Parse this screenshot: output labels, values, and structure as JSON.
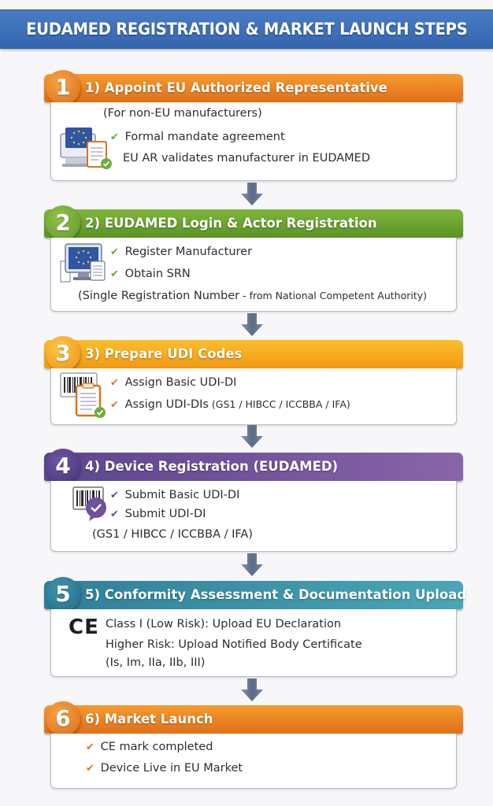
{
  "title": "EUDAMED REGISTRATION & MARKET LAUNCH STEPS",
  "colors": {
    "title_bar": "#3a6db7",
    "step1": "#e8801f",
    "step2": "#6ea631",
    "step3": "#f5aa1e",
    "step4": "#6f509c",
    "step5": "#3a92a8",
    "step6": "#e8801f",
    "arrow": "#6b7a93"
  },
  "steps": [
    {
      "number": "1",
      "label": "1) Appoint EU Authorized Representative",
      "icon": "computer-eu-flag-document-check-icon",
      "lines": [
        {
          "text": "(For non-EU manufacturers)"
        },
        {
          "check": "✔",
          "text": "Formal mandate agreement"
        },
        {
          "text": "EU AR validates manufacturer in EUDAMED"
        }
      ]
    },
    {
      "number": "2",
      "label": "2) EUDAMED Login & Actor Registration",
      "icon": "computer-eu-flag-document-icon",
      "lines": [
        {
          "check": "✔",
          "text": "Register Manufacturer"
        },
        {
          "check": "✔",
          "text": "Obtain SRN"
        },
        {
          "text": "(Single Registration Number",
          "small": " - from National Competent Authority)"
        }
      ]
    },
    {
      "number": "3",
      "label": "3) Prepare UDI Codes",
      "icon": "barcode-clipboard-check-icon",
      "lines": [
        {
          "check": "✔",
          "text": "Assign Basic UDI-DI"
        },
        {
          "check": "✔",
          "text": "Assign UDI-DIs",
          "small": " (GS1 / HIBCC / ICCBBA / IFA)"
        }
      ]
    },
    {
      "number": "4",
      "label": "4) Device Registration (EUDAMED)",
      "icon": "barcode-check-bubble-icon",
      "lines": [
        {
          "check": "✔",
          "text": "Submit Basic UDI-DI"
        },
        {
          "check": "✔",
          "text": "Submit UDI-DI"
        },
        {
          "text": "(GS1 / HIBCC / ICCBBA / IFA)"
        }
      ]
    },
    {
      "number": "5",
      "label": "5) Conformity Assessment & Documentation Upload",
      "icon": "ce-mark-icon",
      "icon_text": "CE",
      "lines": [
        {
          "text": "Class I (Low Risk): Upload EU Declaration"
        },
        {
          "text": "Higher Risk: Upload Notified Body Certificate"
        },
        {
          "text": "(Is, Im, IIa, IIb, III)"
        }
      ]
    },
    {
      "number": "6",
      "label": "6) Market Launch",
      "lines": [
        {
          "check": "✔",
          "text": "CE mark completed"
        },
        {
          "check": "✔",
          "text": "Device Live in EU Market"
        }
      ]
    }
  ]
}
